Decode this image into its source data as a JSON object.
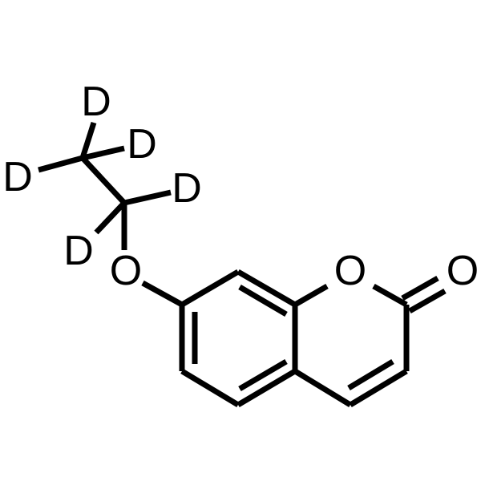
{
  "molecule": {
    "atoms": {
      "d_top": "D",
      "d_right_upper": "D",
      "d_left": "D",
      "d_right_lower": "D",
      "d_bottom": "D",
      "o_ether": "O",
      "o_ring": "O",
      "o_carbonyl": "O"
    }
  },
  "colors": {
    "ink": "#000000",
    "background": "#ffffff"
  }
}
